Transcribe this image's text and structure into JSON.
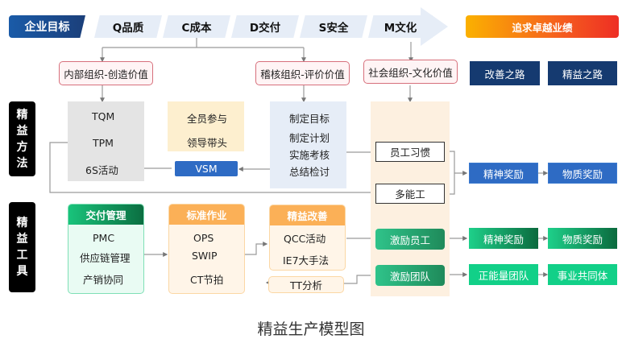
{
  "top_bar": {
    "goal_label": "企业目标",
    "goals": [
      "Q品质",
      "C成本",
      "D交付",
      "S安全",
      "M文化"
    ],
    "excellence": "追求卓越业绩"
  },
  "orgs": [
    "内部组织-创造价值",
    "稽核组织-评价价值",
    "社会组织-文化价值"
  ],
  "roads": [
    "改善之路",
    "精益之路"
  ],
  "side_labels": {
    "methods": [
      "精",
      "益",
      "方",
      "法"
    ],
    "tools": [
      "精",
      "益",
      "工",
      "具"
    ]
  },
  "methods": {
    "gray": [
      "TQM",
      "TPM",
      "6S活动"
    ],
    "yellow": [
      "全员参与",
      "领导带头"
    ],
    "vsm": "VSM",
    "blue": [
      "制定目标",
      "制定计划",
      "实施考核",
      "总结检讨"
    ],
    "culture": [
      "员工习惯",
      "多能工"
    ],
    "rewards": [
      "精神奖励",
      "物质奖励"
    ]
  },
  "tools": {
    "delivery": {
      "title": "交付管理",
      "items": [
        "PMC",
        "供应链管理",
        "产销协同"
      ]
    },
    "standard": {
      "title": "标准作业",
      "items": [
        "OPS",
        "SWIP",
        "CT节拍"
      ]
    },
    "improve": {
      "title": "精益改善",
      "items": [
        "QCC活动",
        "IE7大手法"
      ]
    },
    "tt": "TT分析",
    "incentives": [
      "激励员工",
      "激励团队"
    ],
    "row1_rewards": [
      "精神奖励",
      "物质奖励"
    ],
    "row2_rewards": [
      "正能量团队",
      "事业共同体"
    ]
  },
  "caption": "精益生产模型图",
  "colors": {
    "navy": "#153a70",
    "blue": "#2e6bc4",
    "green": "#12d088",
    "orange": "#fbb057",
    "org_border": "#d7707c",
    "excellence_start": "#fbb100",
    "excellence_end": "#ee2e24"
  }
}
